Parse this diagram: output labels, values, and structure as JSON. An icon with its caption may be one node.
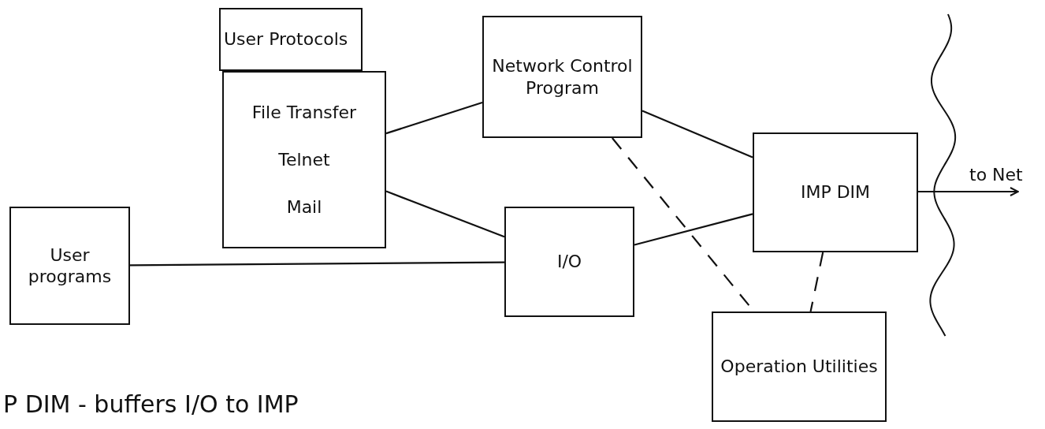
{
  "diagram": {
    "nodes": [
      {
        "text": [
          "User Protocols"
        ]
      },
      {
        "text": [
          "File Transfer",
          "Telnet",
          "Mail"
        ]
      },
      {
        "text": [
          "Network Control Program"
        ]
      },
      {
        "text": [
          "User programs"
        ]
      },
      {
        "text": [
          "I/O"
        ]
      },
      {
        "text": [
          "IMP DIM"
        ]
      },
      {
        "text": [
          "Operation Utilities"
        ]
      }
    ],
    "edges": [
      {
        "from": 1,
        "to": 2,
        "arrow": "none"
      },
      {
        "from": 1,
        "to": 4,
        "arrow": "none"
      },
      {
        "from": 3,
        "to": 4,
        "arrow": "none"
      },
      {
        "from": 4,
        "to": 5,
        "arrow": "none"
      },
      {
        "from": 2,
        "to": 5,
        "arrow": "none"
      },
      {
        "from": 2,
        "to": 6,
        "arrow": "none",
        "style": "dashed"
      },
      {
        "from": 5,
        "to": 6,
        "arrow": "none",
        "style": "dashed"
      },
      {
        "from": 5,
        "to": null,
        "arrow": "to",
        "label": "to Net"
      }
    ],
    "labels": [
      "P DIM - buffers I/O to IMP"
    ]
  }
}
